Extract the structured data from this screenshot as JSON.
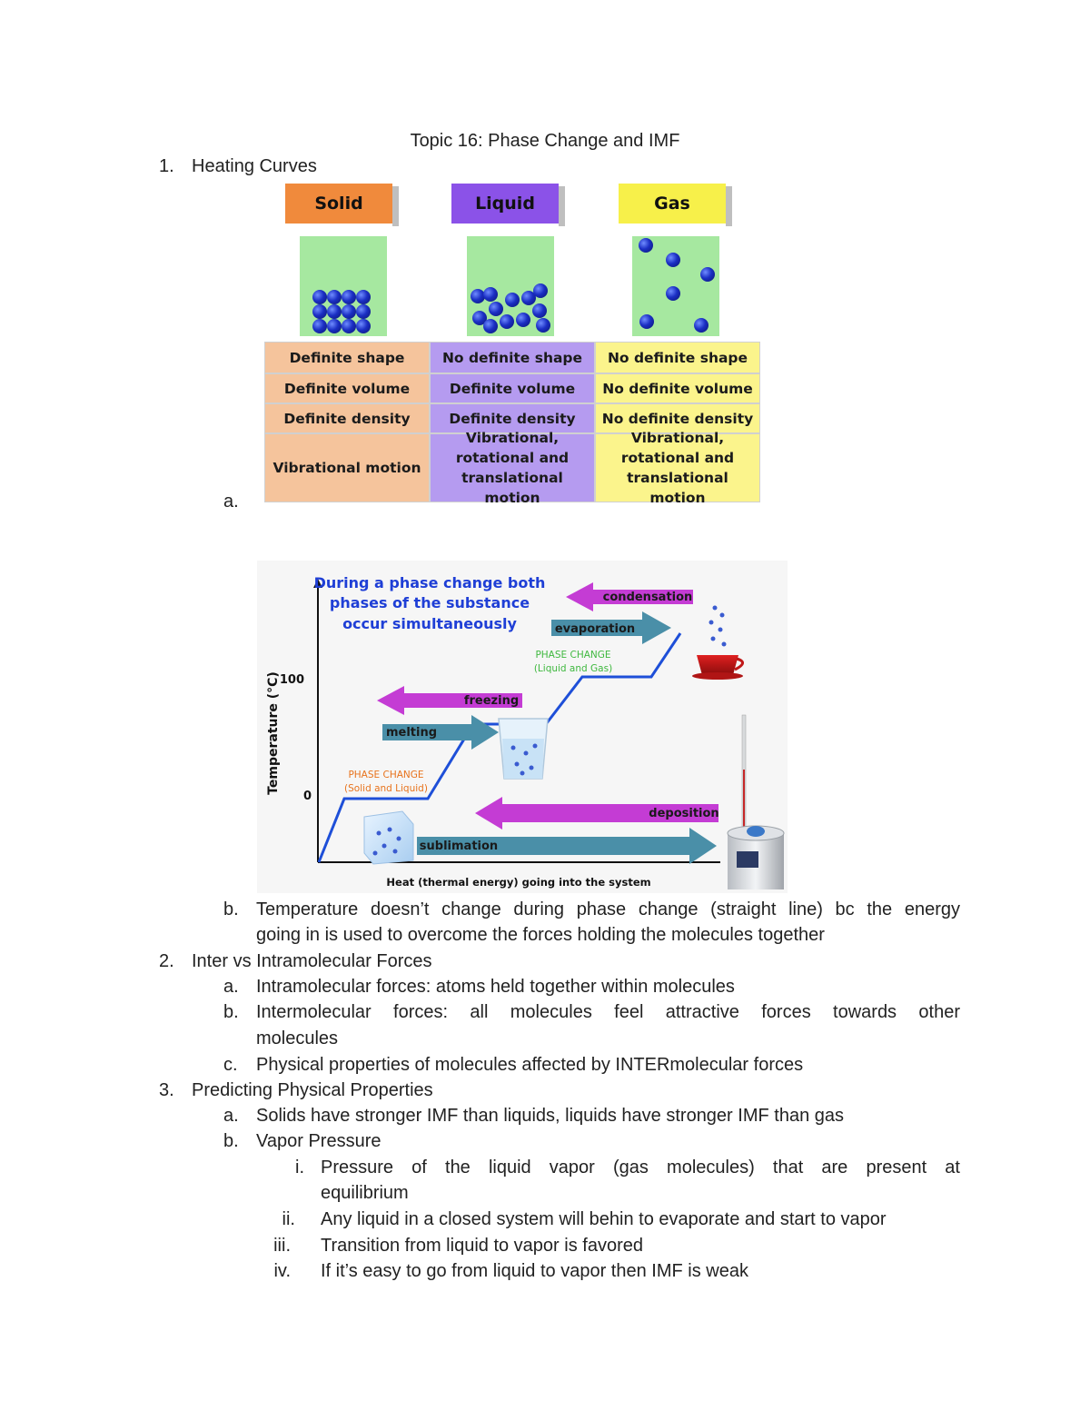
{
  "title": "Topic 16: Phase Change and IMF",
  "sections": [
    {
      "number": "1.",
      "heading": "Heating Curves",
      "items": [
        {
          "marker": "a.",
          "text": ""
        },
        {
          "marker": "b.",
          "line1": "Temperature doesn’t change during phase change (straight line) bc the energy",
          "line2": "going in is used to overcome the forces holding the molecules together"
        }
      ]
    },
    {
      "number": "2.",
      "heading": "Inter vs Intramolecular Forces",
      "items": [
        {
          "marker": "a.",
          "text": "Intramolecular forces: atoms held together within molecules"
        },
        {
          "marker": "b.",
          "line1": "Intermolecular forces: all molecules feel attractive forces towards other",
          "line2": "molecules"
        },
        {
          "marker": "c.",
          "text": "Physical properties of molecules affected by INTERmolecular forces"
        }
      ]
    },
    {
      "number": "3.",
      "heading": "Predicting Physical Properties",
      "items": [
        {
          "marker": "a.",
          "text": "Solids have stronger IMF than liquids, liquids have stronger IMF than gas"
        },
        {
          "marker": "b.",
          "text": "Vapor Pressure",
          "subitems": [
            {
              "marker": "i.",
              "line1": "Pressure of the liquid vapor (gas molecules) that are present at",
              "line2": "equilibrium"
            },
            {
              "marker": "ii.",
              "text": "Any liquid in a closed system will behin to evaporate and start to vapor"
            },
            {
              "marker": "iii.",
              "text": "Transition from liquid to vapor is favored"
            },
            {
              "marker": "iv.",
              "text": "If it’s easy to go from liquid to vapor then IMF is weak"
            }
          ]
        }
      ]
    }
  ],
  "states_figure": {
    "states": [
      {
        "name": "Solid",
        "color": "#f08a3c",
        "properties": [
          "Definite shape",
          "Definite volume",
          "Definite density",
          "Vibrational motion"
        ]
      },
      {
        "name": "Liquid",
        "color": "#8b52e8",
        "properties": [
          "No definite shape",
          "Definite volume",
          "Definite density",
          "Vibrational, rotational and translational motion"
        ]
      },
      {
        "name": "Gas",
        "color": "#f7f04a",
        "properties": [
          "No definite shape",
          "No definite volume",
          "No definite density",
          "Vibrational, rotational and translational motion"
        ]
      }
    ]
  },
  "heating_curve_figure": {
    "headline": [
      "During a phase change both",
      "phases of the substance",
      "occur simultaneously"
    ],
    "ylabel": "Temperature (°C)",
    "xlabel": "Heat (thermal energy) going into the system",
    "y_ticks": [
      "100",
      "0"
    ],
    "phase_change_solid_liquid": [
      "PHASE CHANGE",
      "(Solid and Liquid)"
    ],
    "phase_change_liquid_gas": [
      "PHASE CHANGE",
      "(Liquid and Gas)"
    ],
    "arrows": {
      "condensation": "condensation",
      "evaporation": "evaporation",
      "freezing": "freezing",
      "melting": "melting",
      "deposition": "deposition",
      "sublimation": "sublimation"
    },
    "colors": {
      "headline": "#1f3fd6",
      "curve": "#1e4fd8",
      "forward_arrow": "#4a8fa8",
      "reverse_arrow": "#c43cd4",
      "phase_orange": "#e8731c",
      "phase_green": "#3fb83f"
    }
  }
}
